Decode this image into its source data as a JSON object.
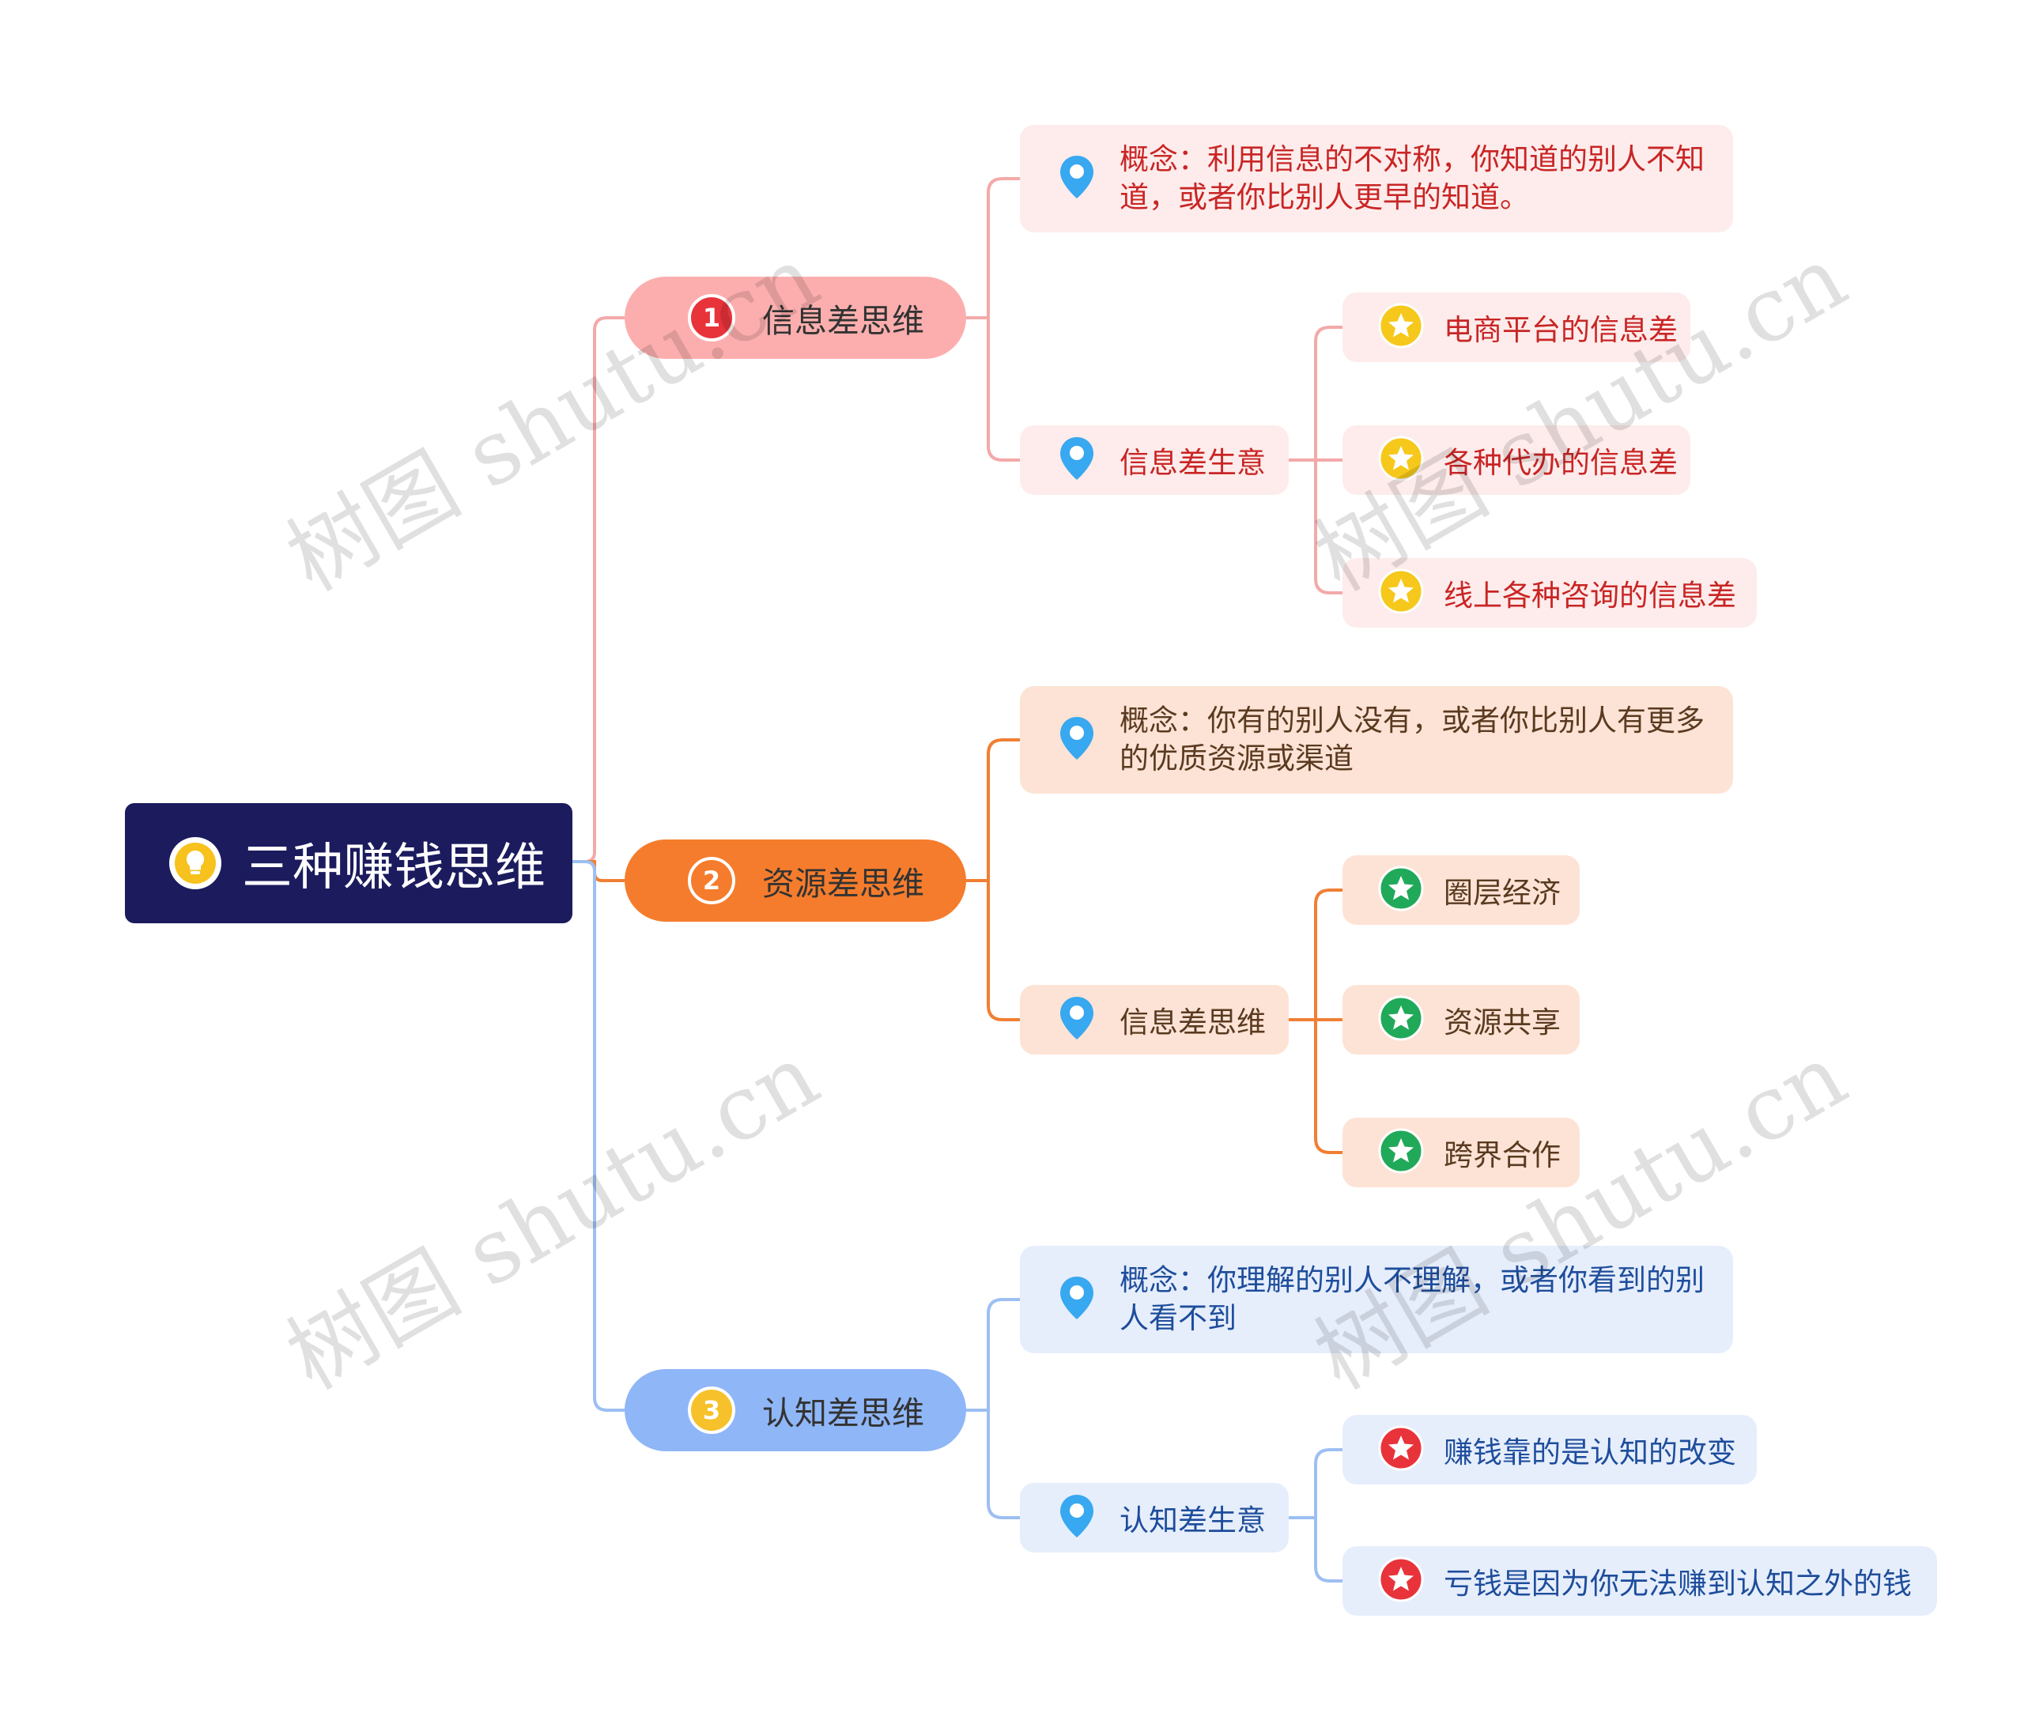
{
  "mindmap": {
    "root": {
      "label": "三种赚钱思维",
      "icon": "lightbulb-icon"
    },
    "branches": [
      {
        "number": "1",
        "label": "信息差思维",
        "color": "#f26d6d",
        "fill": "#fcaeae",
        "line": "#f4a9a9",
        "leaf_fill": "#fdeceb",
        "text_color": "#c92525",
        "concept": {
          "line1": "概念：利用信息的不对称，你知道的别人不知",
          "line2": "道，或者你比别人更早的知道。"
        },
        "sub": {
          "label": "信息差生意",
          "items": [
            "电商平台的信息差",
            "各种代办的信息差",
            "线上各种咨询的信息差"
          ],
          "item_icon": "star-yellow-icon"
        }
      },
      {
        "number": "2",
        "label": "资源差思维",
        "color": "#f47a2b",
        "fill": "#f57c2c",
        "line": "#f07f34",
        "leaf_fill": "#fde3d5",
        "text_color": "#5a3a20",
        "concept": {
          "line1": "概念：你有的别人没有，或者你比别人有更多",
          "line2": "的优质资源或渠道"
        },
        "sub": {
          "label": "信息差思维",
          "items": [
            "圈层经济",
            "资源共享",
            "跨界合作"
          ],
          "item_icon": "star-green-icon"
        }
      },
      {
        "number": "3",
        "label": "认知差思维",
        "color": "#f6c12a",
        "fill": "#8fb6f7",
        "line": "#9dbff2",
        "leaf_fill": "#e6eefc",
        "text_color": "#1e4d9b",
        "concept": {
          "line1": "概念：你理解的别人不理解，或者你看到的别",
          "line2": "人看不到"
        },
        "sub": {
          "label": "认知差生意",
          "items": [
            "赚钱靠的是认知的改变",
            "亏钱是因为你无法赚到认知之外的钱"
          ],
          "item_icon": "star-red-icon"
        }
      }
    ]
  },
  "watermark": "树图 shutu.cn"
}
